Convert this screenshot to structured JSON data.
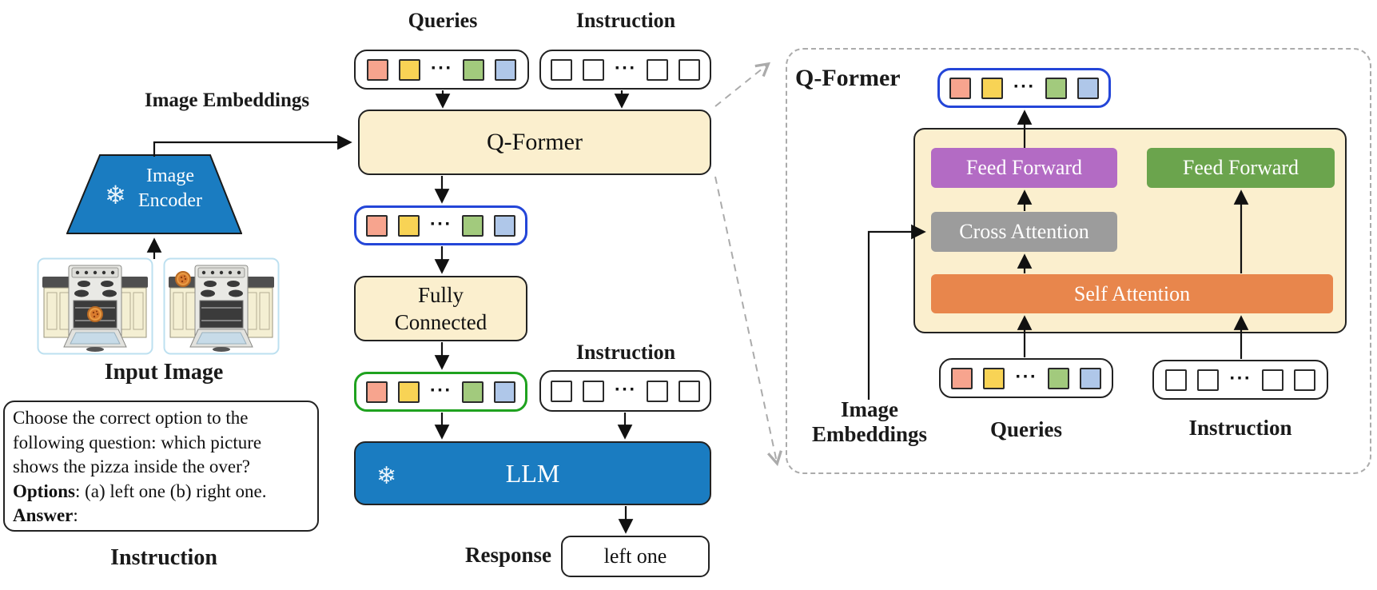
{
  "palette": {
    "cream": "#FBEFCE",
    "frozen_blue": "#1A7CC1",
    "purple": "#B36BC4",
    "gray": "#9C9C9C",
    "orange": "#E8864C",
    "green": "#6BA44D",
    "blue_outline": "#2446D8",
    "green_outline": "#1FA21F",
    "dashed_gray": "#ABABAB"
  },
  "tokens": {
    "colored": [
      "#F7A48E",
      "#F8D355",
      "dots",
      "#A2CA7D",
      "#AFC7E9"
    ],
    "plain": [
      "white",
      "white",
      "dots",
      "white",
      "white"
    ],
    "dots_char": "···"
  },
  "left": {
    "image_embeddings_label": "Image Embeddings",
    "encoder": {
      "snowflake": "❄",
      "label_line1": "Image",
      "label_line2": "Encoder"
    },
    "input_image_label": "Input Image",
    "instruction_box": {
      "line1": "Choose the correct option to the",
      "line2": "following question: which picture",
      "line3": "shows the pizza inside the over?",
      "options_bold": "Options",
      "options_rest": ": (a) left one (b) right one.",
      "answer_bold": "Answer",
      "answer_rest": ":"
    },
    "instruction_label": "Instruction"
  },
  "center": {
    "queries_label": "Queries",
    "instruction_label_top": "Instruction",
    "qformer_label": "Q-Former",
    "fully_connected_line1": "Fully",
    "fully_connected_line2": "Connected",
    "instruction_label_mid": "Instruction",
    "llm_snowflake": "❄",
    "llm_label": "LLM",
    "response_label": "Response",
    "response_value": "left one"
  },
  "right": {
    "title": "Q-Former",
    "feed_forward_left": "Feed Forward",
    "feed_forward_right": "Feed Forward",
    "cross_attention": "Cross Attention",
    "self_attention": "Self Attention",
    "queries_label": "Queries",
    "instruction_label": "Instruction",
    "image_embeddings_line1": "Image",
    "image_embeddings_line2": "Embeddings"
  }
}
